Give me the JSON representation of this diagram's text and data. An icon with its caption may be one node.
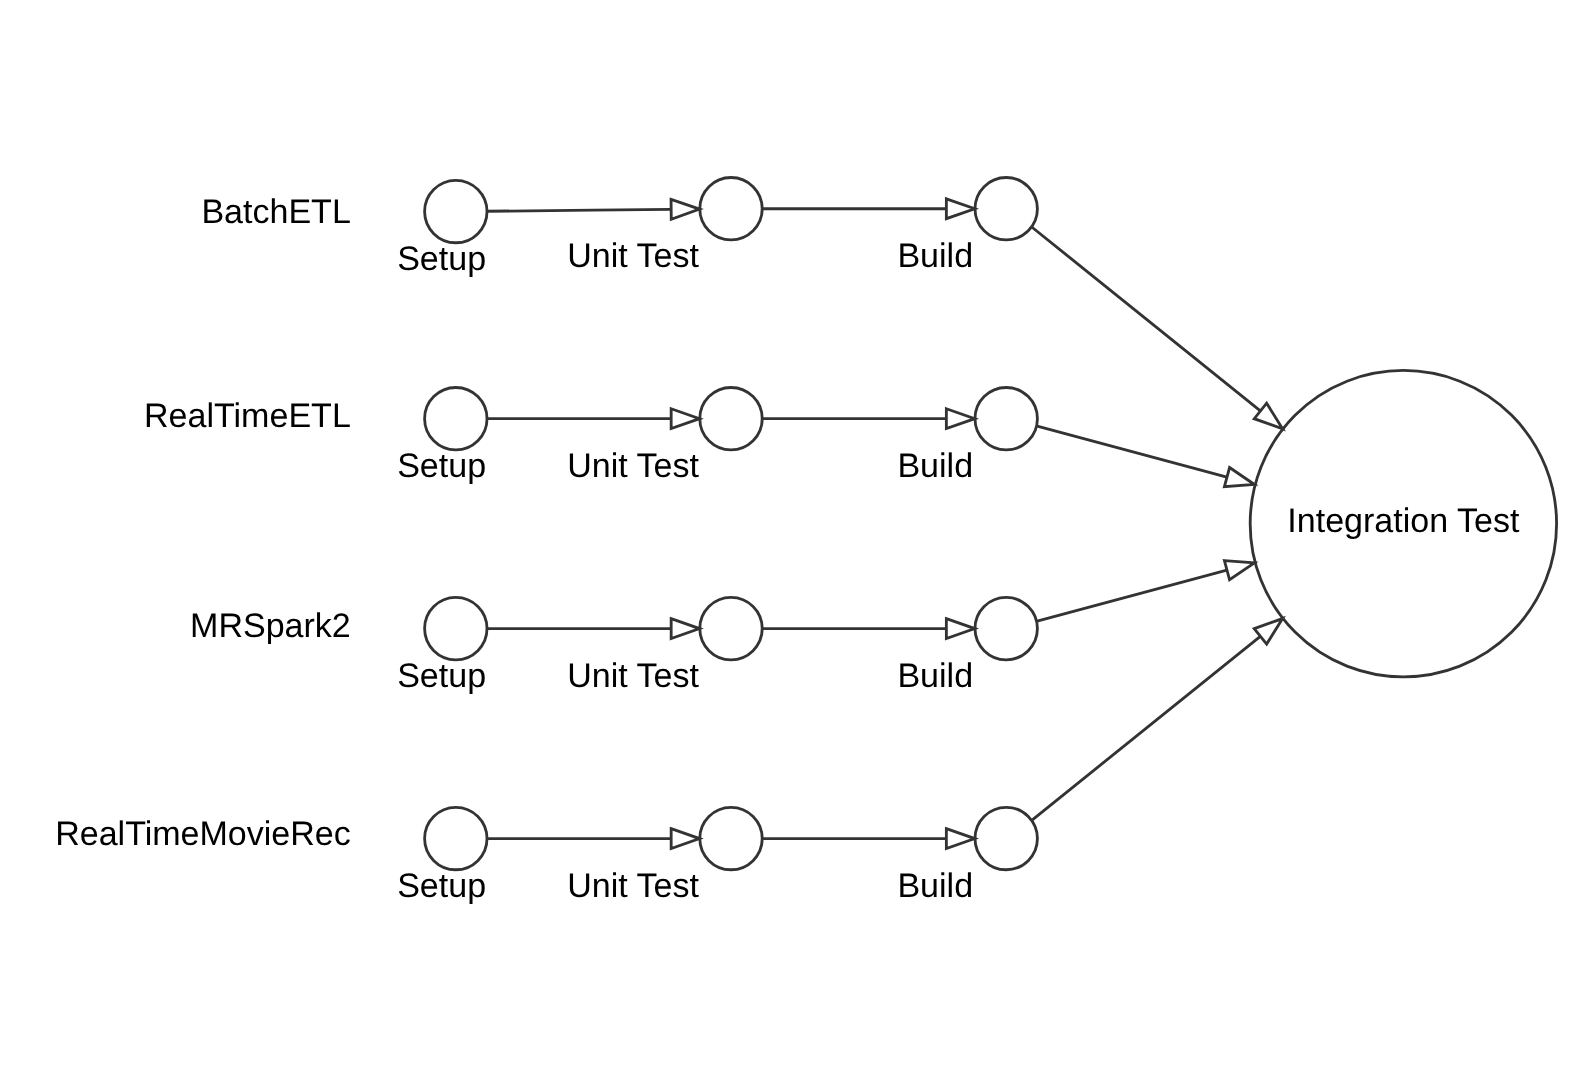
{
  "diagram": {
    "nodes": [
      {
        "text": [
          "Setup"
        ],
        "beside": [
          "BatchETL"
        ]
      },
      {
        "text": [
          "Unit Test"
        ]
      },
      {
        "text": [
          "Build"
        ]
      },
      {
        "text": [
          "Setup"
        ],
        "beside": [
          "RealTimeETL"
        ]
      },
      {
        "text": [
          "Unit Test"
        ]
      },
      {
        "text": [
          "Build"
        ]
      },
      {
        "text": [
          "Setup"
        ],
        "beside": [
          "MRSpark2"
        ]
      },
      {
        "text": [
          "Unit Test"
        ]
      },
      {
        "text": [
          "Build"
        ]
      },
      {
        "text": [
          "Setup"
        ],
        "beside": [
          "RealTimeMovieRec"
        ]
      },
      {
        "text": [
          "Unit Test"
        ]
      },
      {
        "text": [
          "Build"
        ]
      },
      {
        "text": [
          "Integration Test"
        ]
      }
    ],
    "edges": [
      {
        "from": 0,
        "to": 1,
        "arrow": "to"
      },
      {
        "from": 1,
        "to": 2,
        "arrow": "to"
      },
      {
        "from": 2,
        "to": 12,
        "arrow": "to"
      },
      {
        "from": 3,
        "to": 4,
        "arrow": "to"
      },
      {
        "from": 4,
        "to": 5,
        "arrow": "to"
      },
      {
        "from": 5,
        "to": 12,
        "arrow": "to"
      },
      {
        "from": 6,
        "to": 7,
        "arrow": "to"
      },
      {
        "from": 7,
        "to": 8,
        "arrow": "to"
      },
      {
        "from": 8,
        "to": 12,
        "arrow": "to"
      },
      {
        "from": 9,
        "to": 10,
        "arrow": "to"
      },
      {
        "from": 10,
        "to": 11,
        "arrow": "to"
      },
      {
        "from": 11,
        "to": 12,
        "arrow": "to"
      }
    ]
  }
}
